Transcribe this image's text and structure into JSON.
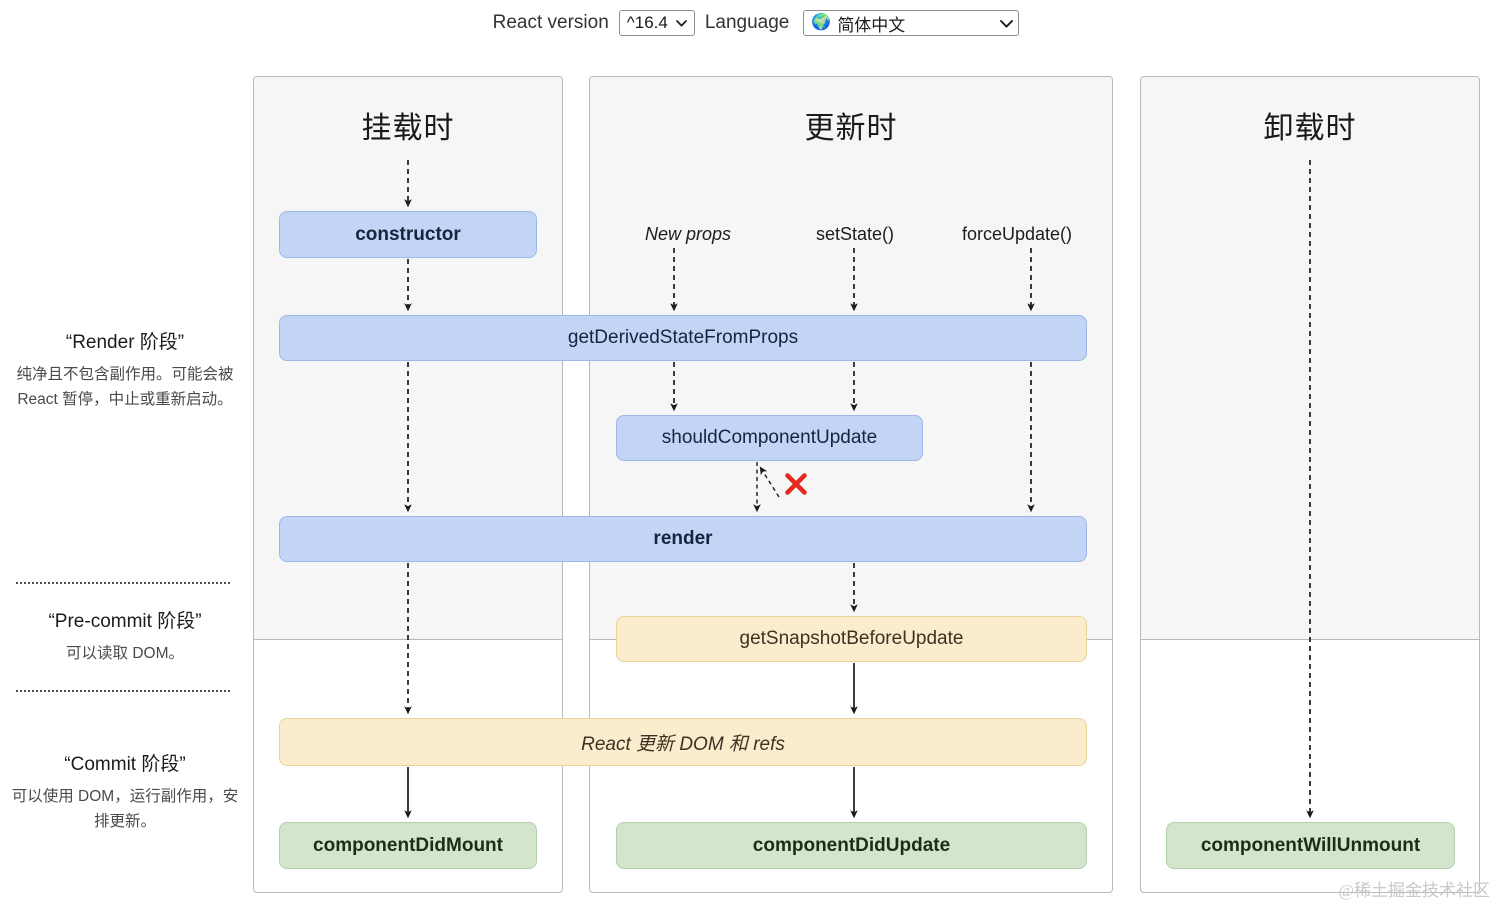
{
  "header": {
    "react_version_label": "React version",
    "react_version_value": "^16.4",
    "language_label": "Language",
    "language_value": "简体中文",
    "globe_icon": "globe-icon"
  },
  "phases": [
    {
      "title": "“Render 阶段”",
      "desc": "纯净且不包含副作用。可能会被 React 暂停，中止或重新启动。"
    },
    {
      "title": "“Pre-commit 阶段”",
      "desc": "可以读取 DOM。"
    },
    {
      "title": "“Commit 阶段”",
      "desc": "可以使用 DOM，运行副作用，安排更新。"
    }
  ],
  "columns": {
    "mount": "挂载时",
    "update": "更新时",
    "unmount": "卸载时"
  },
  "triggers": {
    "new_props": "New props",
    "set_state": "setState()",
    "force_update": "forceUpdate()"
  },
  "boxes": {
    "constructor": "constructor",
    "get_derived_state_from_props": "getDerivedStateFromProps",
    "should_component_update": "shouldComponentUpdate",
    "render": "render",
    "get_snapshot_before_update": "getSnapshotBeforeUpdate",
    "react_updates_dom": "React 更新 DOM 和 refs",
    "component_did_mount": "componentDidMount",
    "component_did_update": "componentDidUpdate",
    "component_will_unmount": "componentWillUnmount"
  },
  "markers": {
    "skip_update_x": "✕"
  },
  "watermark": "@稀土掘金技术社区",
  "colors": {
    "blue_fill": "#c3d5f7",
    "blue_border": "#9cb8e8",
    "orange_fill": "#fbeccd",
    "orange_border": "#e9d39a",
    "green_fill": "#d4e5cd",
    "green_border": "#b4cfaa",
    "panel_bg": "#f6f6f6",
    "panel_border": "#b9b9b9",
    "x_marker": "#e32b22"
  }
}
